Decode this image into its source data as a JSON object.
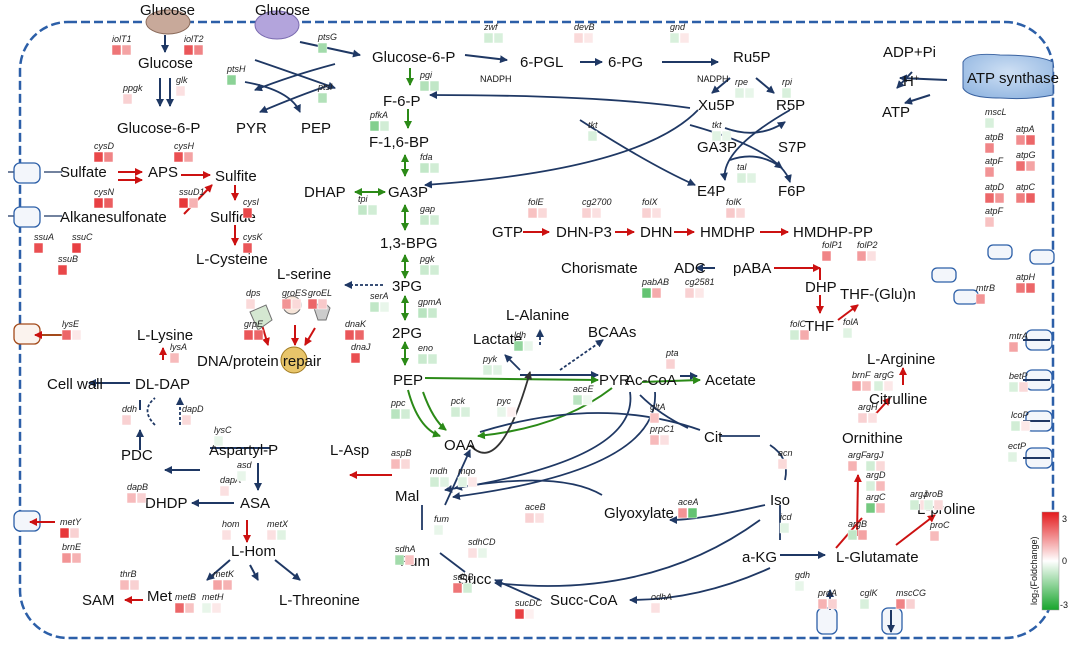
{
  "colors": {
    "up": "#e3191c",
    "down": "#17a52c",
    "navy": "#1f3864",
    "red_arrow": "#cc1111",
    "green_arrow": "#2b8a17",
    "membrane": "#2c5fa8"
  },
  "metabolites": {
    "glucose_out1": "Glucose",
    "glucose_out2": "Glucose",
    "glucose_in": "Glucose",
    "g6p_left": "Glucose-6-P",
    "g6p": "Glucose-6-P",
    "pgl": "6-PGL",
    "pg": "6-PG",
    "ru5p": "Ru5P",
    "xu5p": "Xu5P",
    "r5p": "R5P",
    "ga3p_ppp": "GA3P",
    "s7p": "S7P",
    "e4p": "E4P",
    "f6p_ppp": "F6P",
    "pyr_top": "PYR",
    "pep_top": "PEP",
    "f6p": "F-6-P",
    "f16bp": "F-1,6-BP",
    "dhap": "DHAP",
    "ga3p": "GA3P",
    "bpg": "1,3-BPG",
    "pg3": "3PG",
    "serine": "L-serine",
    "pg2": "2PG",
    "pep": "PEP",
    "pyr": "PYR",
    "lactate": "Lactate",
    "alanine": "L-Alanine",
    "bcaas": "BCAAs",
    "accoa": "Ac-CoA",
    "acetate": "Acetate",
    "sulfate": "Sulfate",
    "aps": "APS",
    "sulfite": "Sulfite",
    "sulfide": "Sulfide",
    "cysteine": "L-Cysteine",
    "alkanesulfonate": "Alkanesulfonate",
    "gtp": "GTP",
    "dhnp3": "DHN-P3",
    "dhn": "DHN",
    "hmdhp": "HMDHP",
    "hmdhppp": "HMDHP-PP",
    "chorismate": "Chorismate",
    "adc": "ADC",
    "paba": "pABA",
    "dhp": "DHP",
    "thf": "THF",
    "thfglu": "THF-(Glu)n",
    "lysine": "L-Lysine",
    "cellwall": "Cell wall",
    "dldap": "DL-DAP",
    "pdc": "PDC",
    "dhdp": "DHDP",
    "aspartylp": "Aspartyl-P",
    "lasp": "L-Asp",
    "asa": "ASA",
    "lhom": "L-Hom",
    "sam": "SAM",
    "met": "Met",
    "threonine": "L-Threonine",
    "repair": "DNA/protein repair",
    "oaa": "OAA",
    "mal": "Mal",
    "fum": "Fum",
    "succ": "Succ",
    "succcoa": "Succ-CoA",
    "akg": "a-KG",
    "iso": "Iso",
    "cit": "Cit",
    "glyoxylate": "Glyoxylate",
    "glutamate": "L-Glutamate",
    "proline": "L-proline",
    "ornithine": "Ornithine",
    "citrulline": "Citrulline",
    "arginine": "L-Arginine",
    "adppi": "ADP+Pi",
    "hplus": "H",
    "hplus_sup": "+",
    "atp": "ATP",
    "atpsynthase": "ATP synthase",
    "nadph1": "NADPH",
    "nadph2": "NADPH"
  },
  "legend": {
    "title": "log₂(Foldchange)",
    "max": "3",
    "mid": "0",
    "min": "-3"
  },
  "genes": [
    {
      "label": "iolT1",
      "cells": [
        1.8,
        1.2
      ]
    },
    {
      "label": "iolT2",
      "cells": [
        2.2,
        1.6
      ]
    },
    {
      "label": "ppgk",
      "cells": [
        0.6
      ]
    },
    {
      "label": "glk",
      "cells": [
        0.4
      ]
    },
    {
      "label": "ptsG",
      "cells": [
        -1.2
      ]
    },
    {
      "label": "ptsH",
      "cells": [
        -1.5
      ]
    },
    {
      "label": "ptsI",
      "cells": [
        -1.0
      ]
    },
    {
      "label": "zwf",
      "cells": [
        -0.6,
        -0.5
      ]
    },
    {
      "label": "devB",
      "cells": [
        0.5,
        0.3
      ]
    },
    {
      "label": "gnd",
      "cells": [
        -0.5,
        0.3
      ]
    },
    {
      "label": "rpe",
      "cells": [
        -0.4,
        -0.3
      ]
    },
    {
      "label": "rpi",
      "cells": [
        -0.5
      ]
    },
    {
      "label": "tkt",
      "cells": [
        -0.4,
        -0.3
      ]
    },
    {
      "label": "tkt",
      "cells": [
        -0.5
      ]
    },
    {
      "label": "tal",
      "cells": [
        -0.5,
        -0.4
      ]
    },
    {
      "label": "pgi",
      "cells": [
        -1.0,
        -0.8
      ]
    },
    {
      "label": "pfkA",
      "cells": [
        -1.6,
        -0.6
      ]
    },
    {
      "label": "fda",
      "cells": [
        -0.8,
        -0.6
      ]
    },
    {
      "label": "tpi",
      "cells": [
        -0.8,
        -0.6
      ]
    },
    {
      "label": "gap",
      "cells": [
        -0.7,
        -0.6
      ]
    },
    {
      "label": "pgk",
      "cells": [
        -0.7,
        -0.6
      ]
    },
    {
      "label": "serA",
      "cells": [
        -0.8,
        -0.3
      ]
    },
    {
      "label": "gpmA",
      "cells": [
        -0.9,
        -0.7
      ]
    },
    {
      "label": "eno",
      "cells": [
        -0.7,
        -0.6
      ]
    },
    {
      "label": "ldh",
      "cells": [
        -1.4,
        -0.3
      ]
    },
    {
      "label": "pyk",
      "cells": [
        -0.5,
        -0.4
      ]
    },
    {
      "label": "pta",
      "cells": [
        0.6
      ]
    },
    {
      "label": "aceE",
      "cells": [
        -0.9,
        -0.2
      ]
    },
    {
      "label": "gltA",
      "cells": [
        0.8
      ]
    },
    {
      "label": "prpC1",
      "cells": [
        0.9,
        0.4
      ]
    },
    {
      "label": "ppc",
      "cells": [
        -0.9,
        -0.6
      ]
    },
    {
      "label": "pck",
      "cells": [
        -0.6,
        -0.5
      ]
    },
    {
      "label": "pyc",
      "cells": [
        -0.3,
        0.2
      ]
    },
    {
      "label": "aspB",
      "cells": [
        0.9,
        0.5
      ]
    },
    {
      "label": "mdh",
      "cells": [
        -0.6,
        -0.4
      ]
    },
    {
      "label": "mqo",
      "cells": [
        -0.4,
        0.3
      ]
    },
    {
      "label": "fum",
      "cells": [
        -0.3
      ]
    },
    {
      "label": "aceB",
      "cells": [
        0.6,
        0.4
      ]
    },
    {
      "label": "aceA",
      "cells": [
        1.4,
        -2.0
      ]
    },
    {
      "label": "sdhA",
      "cells": [
        -1.2,
        0.8
      ]
    },
    {
      "label": "sdhCD",
      "cells": [
        0.4,
        -0.3
      ]
    },
    {
      "label": "sdhB",
      "cells": [
        1.8,
        -0.6
      ]
    },
    {
      "label": "sucDC",
      "cells": [
        2.5,
        0.2
      ]
    },
    {
      "label": "odhA",
      "cells": [
        0.4
      ]
    },
    {
      "label": "acn",
      "cells": [
        0.5
      ]
    },
    {
      "label": "icd",
      "cells": [
        -0.4
      ]
    },
    {
      "label": "gdh",
      "cells": [
        -0.3
      ]
    },
    {
      "label": "cysD",
      "cells": [
        2.4,
        1.6
      ]
    },
    {
      "label": "cysN",
      "cells": [
        2.5,
        2.1
      ]
    },
    {
      "label": "cysH",
      "cells": [
        2.3,
        1.2
      ]
    },
    {
      "label": "ssuD1",
      "cells": [
        2.6,
        1.0
      ]
    },
    {
      "label": "cysI",
      "cells": [
        2.4
      ]
    },
    {
      "label": "cysK",
      "cells": [
        2.2
      ]
    },
    {
      "label": "ssuA",
      "cells": [
        2.3
      ]
    },
    {
      "label": "ssuC",
      "cells": [
        2.5
      ]
    },
    {
      "label": "ssuB",
      "cells": [
        2.4
      ]
    },
    {
      "label": "folE",
      "cells": [
        0.8,
        0.5
      ]
    },
    {
      "label": "cg2700",
      "cells": [
        0.6,
        0.4
      ]
    },
    {
      "label": "folX",
      "cells": [
        0.6,
        0.4
      ]
    },
    {
      "label": "folK",
      "cells": [
        0.7,
        0.5
      ]
    },
    {
      "label": "folP1",
      "cells": [
        1.6
      ]
    },
    {
      "label": "folP2",
      "cells": [
        1.3,
        0.4
      ]
    },
    {
      "label": "pabAB",
      "cells": [
        -2.0,
        1.1
      ]
    },
    {
      "label": "cg2581",
      "cells": [
        0.6,
        0.3
      ]
    },
    {
      "label": "folC",
      "cells": [
        -0.6,
        1.1
      ]
    },
    {
      "label": "folA",
      "cells": [
        -0.4
      ]
    },
    {
      "label": "lysE",
      "cells": [
        2.0,
        0.3
      ]
    },
    {
      "label": "grpE",
      "cells": [
        2.2,
        2.0
      ]
    },
    {
      "label": "dps",
      "cells": [
        0.5
      ]
    },
    {
      "label": "groES",
      "cells": [
        1.4,
        0.5
      ]
    },
    {
      "label": "groEL",
      "cells": [
        2.0,
        0.7
      ]
    },
    {
      "label": "dnaK",
      "cells": [
        2.2,
        2.0
      ]
    },
    {
      "label": "dnaJ",
      "cells": [
        2.3
      ]
    },
    {
      "label": "lysA",
      "cells": [
        0.9
      ]
    },
    {
      "label": "ddh",
      "cells": [
        0.6
      ]
    },
    {
      "label": "dapD",
      "cells": [
        0.5
      ]
    },
    {
      "label": "lysC",
      "cells": [
        -0.3
      ]
    },
    {
      "label": "dapB",
      "cells": [
        0.9,
        0.6
      ]
    },
    {
      "label": "dapA",
      "cells": [
        0.4
      ]
    },
    {
      "label": "asd",
      "cells": [
        -0.3
      ]
    },
    {
      "label": "hom",
      "cells": [
        0.4
      ]
    },
    {
      "label": "metX",
      "cells": [
        0.4,
        -0.4
      ]
    },
    {
      "label": "thrB",
      "cells": [
        0.9,
        0.6
      ]
    },
    {
      "label": "metK",
      "cells": [
        1.2,
        1.0
      ]
    },
    {
      "label": "metB",
      "cells": [
        2.0,
        0.8
      ]
    },
    {
      "label": "metH",
      "cells": [
        -0.3,
        0.3
      ]
    },
    {
      "label": "metY",
      "cells": [
        2.6,
        0.6
      ]
    },
    {
      "label": "brnE",
      "cells": [
        1.4,
        1.0
      ]
    },
    {
      "label": "brnF",
      "cells": [
        1.3,
        0.8
      ]
    },
    {
      "label": "argG",
      "cells": [
        -0.5,
        0.3
      ]
    },
    {
      "label": "argH",
      "cells": [
        0.6,
        0.4
      ]
    },
    {
      "label": "argF",
      "cells": [
        1.0
      ]
    },
    {
      "label": "argJ",
      "cells": [
        -0.6,
        0.5
      ]
    },
    {
      "label": "argD",
      "cells": [
        -0.5,
        0.9
      ]
    },
    {
      "label": "argC",
      "cells": [
        -1.8,
        0.9
      ]
    },
    {
      "label": "argB",
      "cells": [
        -0.8,
        1.2
      ]
    },
    {
      "label": "argJ",
      "cells": [
        -0.6,
        0.4
      ]
    },
    {
      "label": "proB",
      "cells": [
        -0.4,
        0.5
      ]
    },
    {
      "label": "proC",
      "cells": [
        0.9
      ]
    },
    {
      "label": "proA",
      "cells": [
        1.0,
        0.6
      ]
    },
    {
      "label": "cglK",
      "cells": [
        -0.5
      ]
    },
    {
      "label": "mscCG",
      "cells": [
        1.6,
        0.6
      ]
    },
    {
      "label": "mscL",
      "cells": [
        -0.5
      ]
    },
    {
      "label": "atpA",
      "cells": [
        1.5,
        2.0
      ]
    },
    {
      "label": "atpB",
      "cells": [
        1.6
      ]
    },
    {
      "label": "atpG",
      "cells": [
        1.9,
        1.2
      ]
    },
    {
      "label": "atpF",
      "cells": [
        1.4
      ]
    },
    {
      "label": "atpD",
      "cells": [
        2.0,
        1.4
      ]
    },
    {
      "label": "atpC",
      "cells": [
        1.7,
        2.1
      ]
    },
    {
      "label": "atpF",
      "cells": [
        0.8
      ]
    },
    {
      "label": "atpH",
      "cells": [
        1.8,
        2.0
      ]
    },
    {
      "label": "mtrB",
      "cells": [
        1.4
      ]
    },
    {
      "label": "mtrA",
      "cells": [
        1.2
      ]
    },
    {
      "label": "betP",
      "cells": [
        -0.5,
        0.5
      ]
    },
    {
      "label": "lcoP",
      "cells": [
        -0.6,
        0.3
      ]
    },
    {
      "label": "ectP",
      "cells": [
        -0.4
      ]
    },
    {
      "label": "proP",
      "cells": [
        2.6,
        2.4
      ]
    }
  ]
}
